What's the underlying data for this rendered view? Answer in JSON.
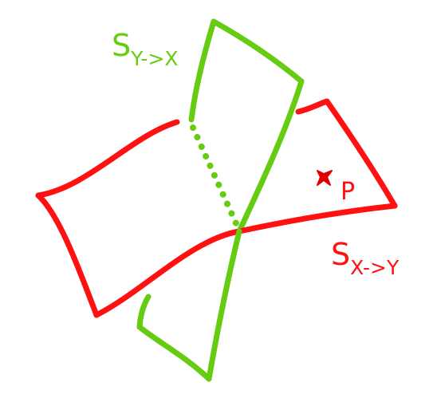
{
  "surfaces": {
    "s_yx": {
      "base": "S",
      "subscript": "Y->X",
      "color": "#66cc11"
    },
    "s_xy": {
      "base": "S",
      "subscript": "X->Y",
      "color": "#ff1111"
    }
  },
  "point": {
    "label": "P",
    "marker_color": "#e00000",
    "label_color": "#ff1111"
  }
}
